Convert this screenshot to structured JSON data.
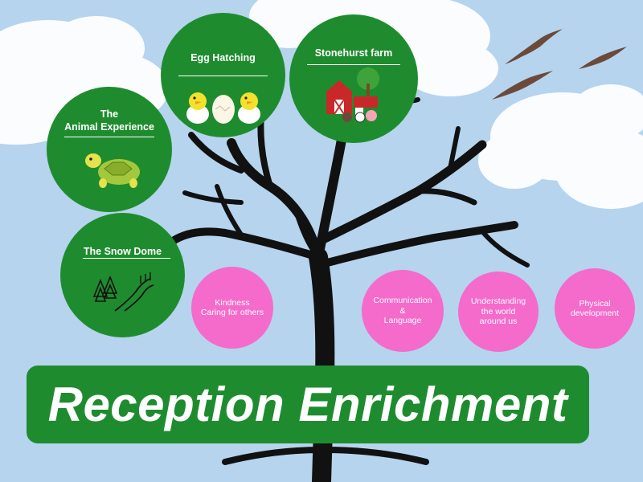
{
  "title": "Reception Enrichment",
  "colors": {
    "sky": "#b6d4ee",
    "cloud": "#ffffff",
    "tree": "#111111",
    "green": "#1e8c2e",
    "pink": "#f46bcb",
    "bird": "#6b4a3a"
  },
  "experiences": [
    {
      "label": "Egg Hatching",
      "icon": "chick-egg-icon"
    },
    {
      "label": "Stonehurst farm",
      "icon": "farm-icon"
    },
    {
      "label": "The\nAnimal Experience",
      "icon": "tortoise-icon"
    },
    {
      "label": "The Snow Dome",
      "icon": "snow-slope-icon"
    }
  ],
  "areas": [
    {
      "label": "Kindness\nCaring for others"
    },
    {
      "label": "Communication\n&\nLanguage"
    },
    {
      "label": "Understanding\nthe world\naround us"
    },
    {
      "label": "Physical\ndevelopment"
    }
  ]
}
